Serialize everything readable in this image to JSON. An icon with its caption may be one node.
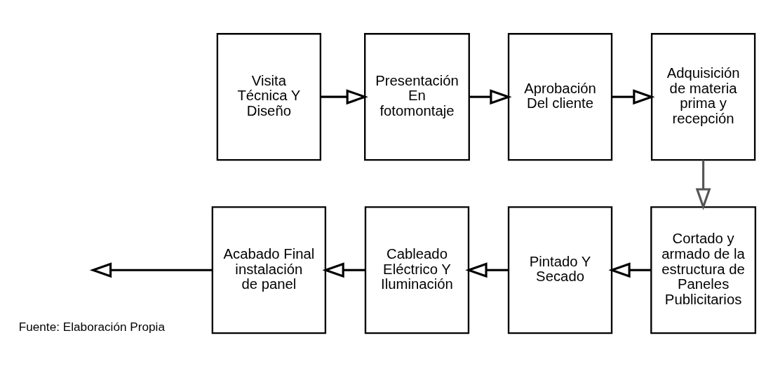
{
  "diagram": {
    "nodes": [
      {
        "text": [
          "Visita Técnica Y Diseño"
        ]
      },
      {
        "text": [
          "Presentación En fotomontaje"
        ]
      },
      {
        "text": [
          "Aprobación Del cliente"
        ]
      },
      {
        "text": [
          "Adquisición de materia prima y recepción"
        ]
      },
      {
        "text": [
          "Cortado y armado de la estructura de Paneles Publicitarios"
        ]
      },
      {
        "text": [
          "Pintado Y Secado"
        ]
      },
      {
        "text": [
          "Cableado Eléctrico Y Iluminación"
        ]
      },
      {
        "text": [
          "Acabado Final instalación de panel"
        ]
      }
    ],
    "edges": [
      {
        "from": 0,
        "to": 1,
        "arrow": "to"
      },
      {
        "from": 1,
        "to": 2,
        "arrow": "to"
      },
      {
        "from": 2,
        "to": 3,
        "arrow": "to"
      },
      {
        "from": 3,
        "to": 4,
        "arrow": "to"
      },
      {
        "from": 4,
        "to": 5,
        "arrow": "to"
      },
      {
        "from": 5,
        "to": 6,
        "arrow": "to"
      },
      {
        "from": 6,
        "to": 7,
        "arrow": "to"
      },
      {
        "from": 7,
        "to": null,
        "arrow": "to"
      }
    ],
    "labels": [
      "Fuente: Elaboración Propia"
    ]
  }
}
